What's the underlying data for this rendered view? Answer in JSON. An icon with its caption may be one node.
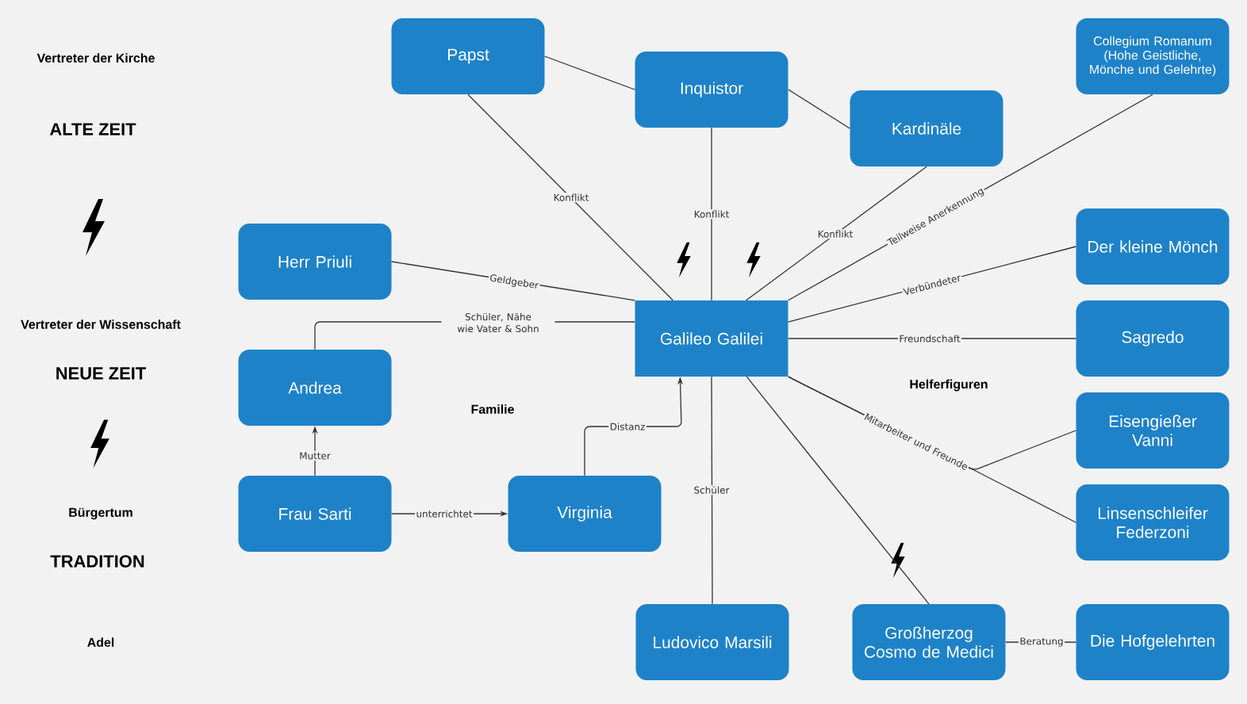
{
  "diagram": {
    "nodes": [
      {
        "text": [
          "Papst"
        ]
      },
      {
        "text": [
          "Inquistor"
        ]
      },
      {
        "text": [
          "Kardinäle"
        ]
      },
      {
        "text": [
          "Collegium Romanum (Hohe Geistliche, Mönche und Gelehrte)"
        ]
      },
      {
        "text": [
          "Herr Priuli"
        ]
      },
      {
        "text": [
          "Der kleine Mönch"
        ]
      },
      {
        "text": [
          "Galileo Galilei"
        ]
      },
      {
        "text": [
          "Sagredo"
        ]
      },
      {
        "text": [
          "Andrea"
        ]
      },
      {
        "text": [
          "Eisengießer Vanni"
        ]
      },
      {
        "text": [
          "Frau Sarti"
        ]
      },
      {
        "text": [
          "Virginia"
        ]
      },
      {
        "text": [
          "Linsenschleifer Federzoni"
        ]
      },
      {
        "text": [
          "Ludovico Marsili"
        ]
      },
      {
        "text": [
          "Großherzog Cosmo de Medici"
        ]
      },
      {
        "text": [
          "Die Hofgelehrten"
        ]
      }
    ],
    "edges": [
      {
        "from": 0,
        "to": 1,
        "arrow": "none"
      },
      {
        "from": 1,
        "to": 2,
        "arrow": "none"
      },
      {
        "from": 0,
        "to": 6,
        "arrow": "none",
        "label": "Konflikt"
      },
      {
        "from": 1,
        "to": 6,
        "arrow": "none",
        "label": "Konflikt"
      },
      {
        "from": 2,
        "to": 6,
        "arrow": "none",
        "label": "Konflikt"
      },
      {
        "from": 3,
        "to": 6,
        "arrow": "none",
        "label": "Teilweise Anerkennung"
      },
      {
        "from": 4,
        "to": 6,
        "arrow": "none",
        "label": "Geldgeber"
      },
      {
        "from": 5,
        "to": 6,
        "arrow": "none",
        "label": "Verbündeter"
      },
      {
        "from": 6,
        "to": 8,
        "arrow": "none",
        "label": "Schüler, Nähe wie Vater & Sohn"
      },
      {
        "from": 7,
        "to": 6,
        "arrow": "none",
        "label": "Freundschaft"
      },
      {
        "from": 6,
        "to": 9,
        "arrow": "none",
        "label": "Mitarbeiter und Freunde"
      },
      {
        "from": 6,
        "to": 12,
        "arrow": "none"
      },
      {
        "from": 10,
        "to": 8,
        "arrow": "to",
        "label": "Mutter"
      },
      {
        "from": 10,
        "to": 11,
        "arrow": "to",
        "label": "unterrichtet"
      },
      {
        "from": 11,
        "to": 6,
        "arrow": "to",
        "label": "Distanz"
      },
      {
        "from": 6,
        "to": 13,
        "arrow": "none",
        "label": "Schüler"
      },
      {
        "from": 6,
        "to": 14,
        "arrow": "none"
      },
      {
        "from": 14,
        "to": 15,
        "arrow": "none",
        "label": "Beratung"
      }
    ],
    "labels": [
      "Vertreter der Kirche",
      "ALTE ZEIT",
      "Vertreter der Wissenschaft",
      "NEUE ZEIT",
      "Helferfiguren",
      "Familie",
      "Bürgertum",
      "TRADITION",
      "Adel"
    ]
  }
}
